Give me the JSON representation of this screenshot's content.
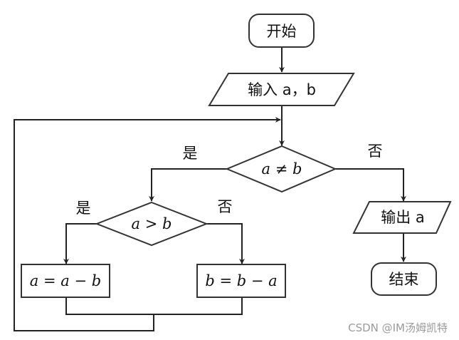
{
  "diagram": {
    "nodes": {
      "start": "开始",
      "input": "输入 a，b",
      "cond_neq": "a ≠ b",
      "cond_gt": "a > b",
      "assign_a": "a = a − b",
      "assign_b": "b = b − a",
      "output": "输出 a",
      "end": "结束"
    },
    "edges": {
      "neq_yes": "是",
      "neq_no": "否",
      "gt_yes": "是",
      "gt_no": "否"
    }
  },
  "watermark": "CSDN @IM汤姆凯特"
}
